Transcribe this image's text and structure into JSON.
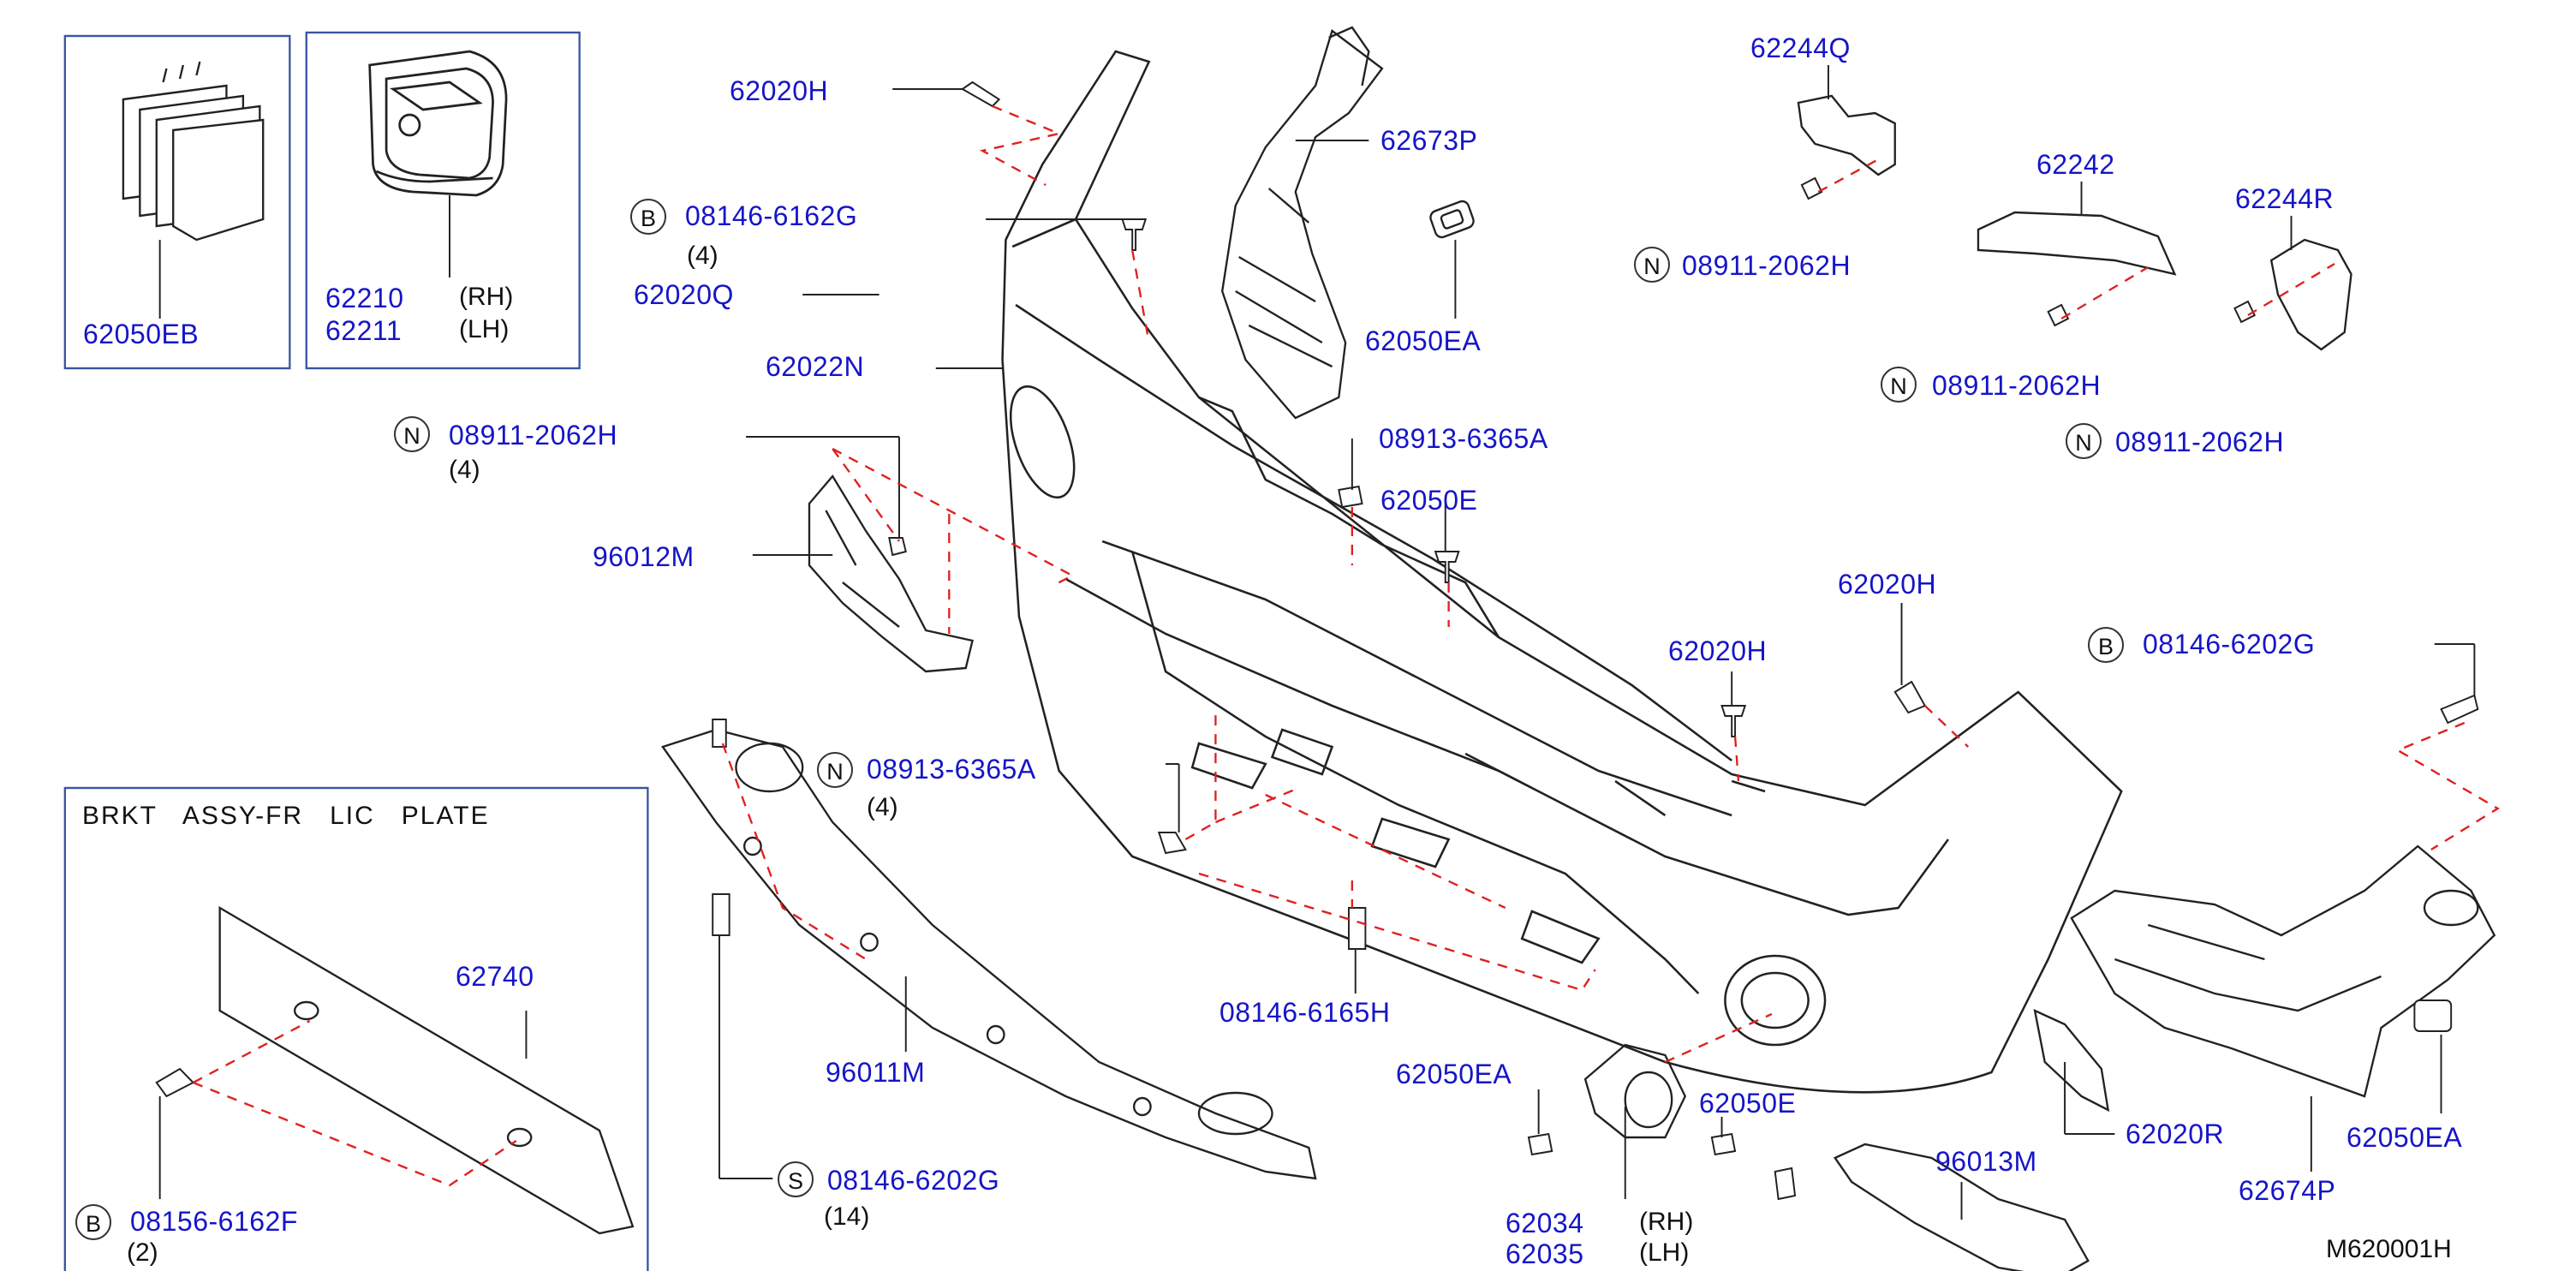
{
  "diagram_ref": "M620001H",
  "lic_plate_box_title": "BRKT   ASSY-FR   LIC   PLATE",
  "prefix": {
    "b": "B",
    "n": "N",
    "s": "S"
  },
  "qty": {
    "q4": "(4)",
    "q14": "(14)",
    "q2": "(2)"
  },
  "side": {
    "rh": "(RH)",
    "lh": "(LH)"
  },
  "parts": {
    "p62050EB": "62050EB",
    "p62210": "62210",
    "p62211": "62211",
    "p62020H_top": "62020H",
    "p08146_6162G": "08146-6162G",
    "p62020Q": "62020Q",
    "p62022N": "62022N",
    "p62673P": "62673P",
    "p62050EA_top": "62050EA",
    "p62244Q": "62244Q",
    "p08911_2062H_q": "08911-2062H",
    "p62242": "62242",
    "p08911_2062H_242": "08911-2062H",
    "p62244R": "62244R",
    "p08911_2062H_r": "08911-2062H",
    "p08911_2062H_left": "08911-2062H",
    "p96012M": "96012M",
    "p08913_6365A_mid": "08913-6365A",
    "p62050E_mid": "62050E",
    "p62020H_mid": "62020H",
    "p62020H_right": "62020H",
    "p08146_6202G_right": "08146-6202G",
    "p08913_6365A_low": "08913-6365A",
    "p62740": "62740",
    "p08156_6162F": "08156-6162F",
    "p96011M": "96011M",
    "p08146_6202G_low": "08146-6202G",
    "p08146_6165H": "08146-6165H",
    "p62050EA_low": "62050EA",
    "p62050E_low": "62050E",
    "p62034": "62034",
    "p62035": "62035",
    "p96013M": "96013M",
    "p62020R": "62020R",
    "p62674P": "62674P",
    "p62050EA_right": "62050EA"
  },
  "colors": {
    "label": "#1515c8",
    "line": "#222222",
    "dash": "#e02020",
    "box": "#3a55a0"
  }
}
